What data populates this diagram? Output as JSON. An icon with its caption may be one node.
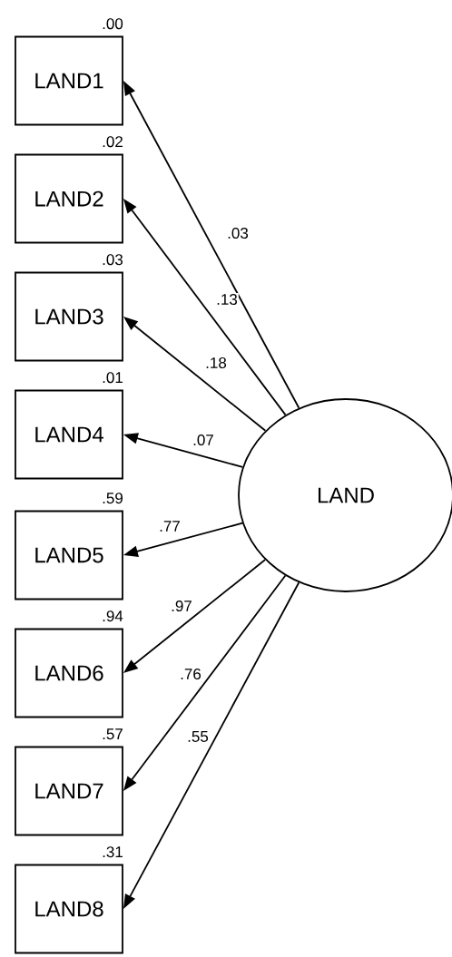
{
  "diagram": {
    "nodes": [
      {
        "text": [
          "LAND1"
        ],
        "beside": [
          ".00"
        ]
      },
      {
        "text": [
          "LAND2"
        ],
        "beside": [
          ".02"
        ]
      },
      {
        "text": [
          "LAND3"
        ],
        "beside": [
          ".03"
        ]
      },
      {
        "text": [
          "LAND4"
        ],
        "beside": [
          ".01"
        ]
      },
      {
        "text": [
          "LAND5"
        ],
        "beside": [
          ".59"
        ]
      },
      {
        "text": [
          "LAND6"
        ],
        "beside": [
          ".94"
        ]
      },
      {
        "text": [
          "LAND7"
        ],
        "beside": [
          ".57"
        ]
      },
      {
        "text": [
          "LAND8"
        ],
        "beside": [
          ".31"
        ]
      },
      {
        "text": [
          "LAND"
        ]
      }
    ],
    "edges": [
      {
        "from": 8,
        "to": 0,
        "arrow": "to",
        "label": ".03"
      },
      {
        "from": 8,
        "to": 1,
        "arrow": "to",
        "label": ".13"
      },
      {
        "from": 8,
        "to": 2,
        "arrow": "to",
        "label": ".18"
      },
      {
        "from": 8,
        "to": 3,
        "arrow": "to",
        "label": ".07"
      },
      {
        "from": 8,
        "to": 4,
        "arrow": "to",
        "label": ".77"
      },
      {
        "from": 8,
        "to": 5,
        "arrow": "to",
        "label": ".97"
      },
      {
        "from": 8,
        "to": 6,
        "arrow": "to",
        "label": ".76"
      },
      {
        "from": 8,
        "to": 7,
        "arrow": "to",
        "label": ".55"
      }
    ]
  }
}
